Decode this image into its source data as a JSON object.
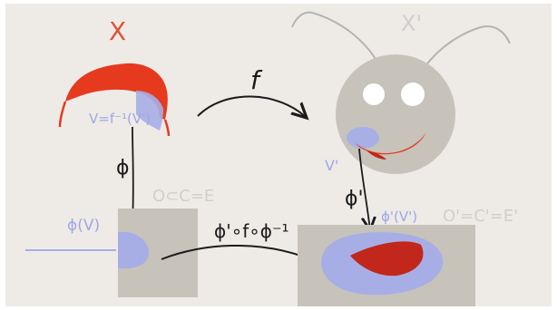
{
  "labels": {
    "X": "X",
    "X_prime": "X'",
    "f": "f",
    "phi": "ϕ",
    "phi_prime": "ϕ'",
    "V": "V=f⁻¹(V')",
    "V_prime": "V'",
    "phi_V": "ϕ(V)",
    "phi_prime_V_prime": "ϕ'(V')",
    "O_subset": "O⊂C=E",
    "O_prime": "O'=C'=E'",
    "composite": "ϕ'∘f∘ϕ⁻¹"
  },
  "colors": {
    "page": "#eeebe7",
    "frame": "#ffffff",
    "panel": "#c7c3bb",
    "red": "#e63a1f",
    "dark_red": "#c1271a",
    "blue": "#a7aee6",
    "ink": "#1b1b1b",
    "gray_ink": "#bdbdbd"
  }
}
